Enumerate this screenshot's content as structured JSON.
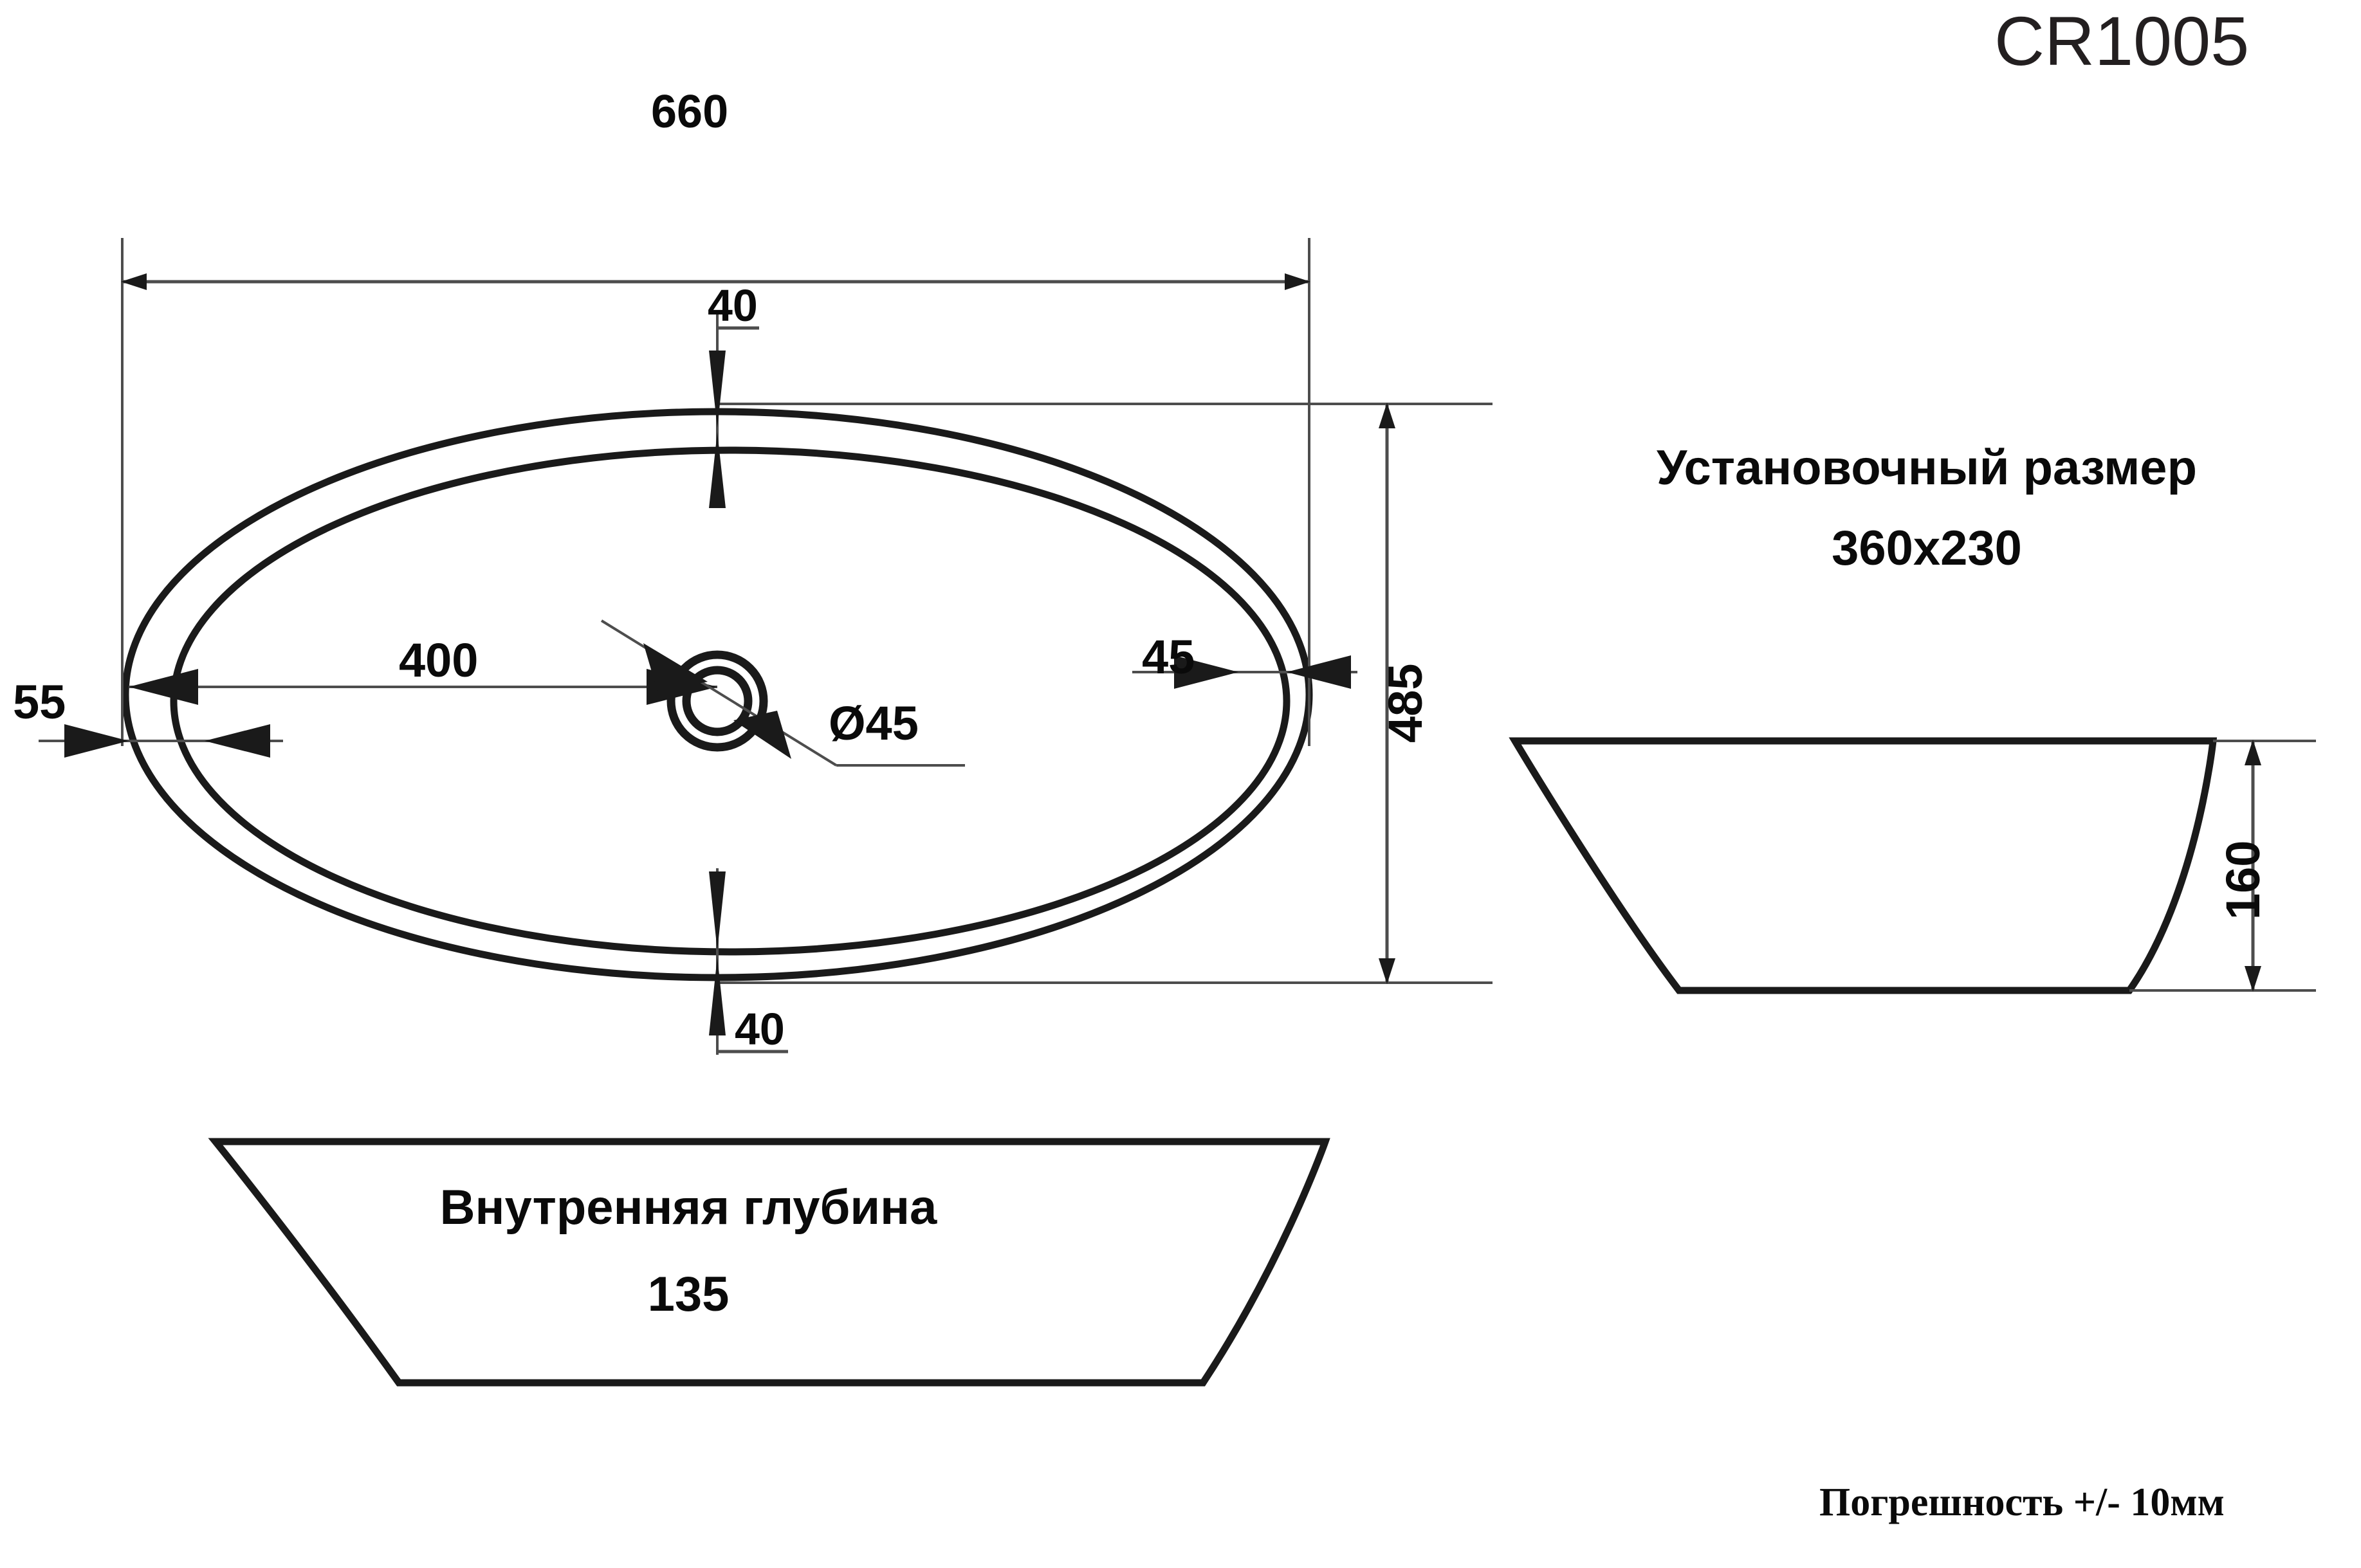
{
  "document": {
    "type": "technical-drawing",
    "product_code": "CR1005",
    "units": "mm"
  },
  "title": {
    "text": "CR1005"
  },
  "notes": {
    "install_size_line1": "Установочный размер",
    "install_size_line2": "360x230",
    "inner_depth_line1": "Внутренняя глубина",
    "inner_depth_line2": "135",
    "tolerance": "Погрешность +/- 10мм"
  },
  "top_view": {
    "name": "top-view",
    "dimensions": {
      "overall_width": "660",
      "overall_height": "485",
      "inner_width": "400",
      "rim_top": "40",
      "rim_bottom": "40",
      "rim_left": "55",
      "rim_right": "45",
      "drain_diameter": "Ø45"
    }
  },
  "section_right": {
    "name": "side-section-view",
    "dimensions": {
      "height": "160"
    }
  },
  "section_bottom": {
    "name": "front-section-view",
    "dimensions": {
      "inner_depth": "135"
    }
  },
  "colors": {
    "line_heavy": "#1a1a1a",
    "line_thin": "#4d4d4d",
    "text": "#0a0a0a",
    "title": "#231f20",
    "background": "#ffffff"
  }
}
